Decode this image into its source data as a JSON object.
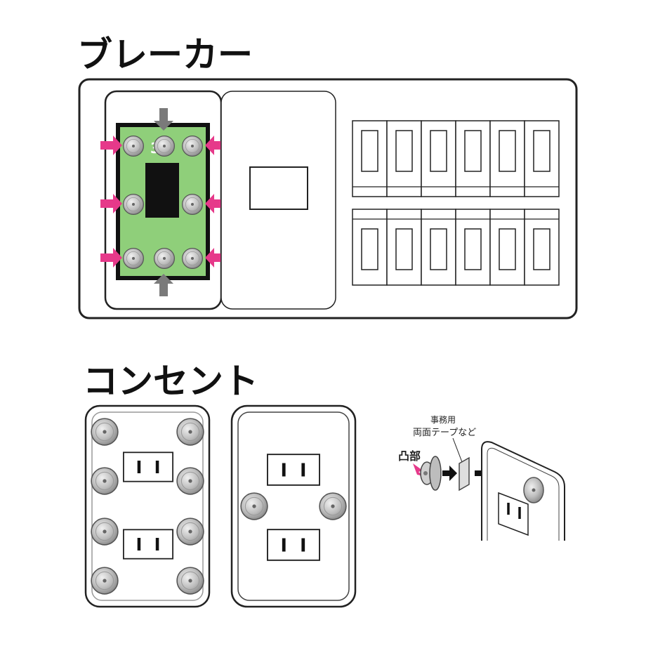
{
  "sections": {
    "breaker": {
      "title": "ブレーカー"
    },
    "outlet": {
      "title": "コンセント"
    }
  },
  "breaker_panel": {
    "board_label": "3",
    "board_color": "#8fcf7a",
    "indicator_color": "#111111",
    "arrow_colors": {
      "side": "#e6398a",
      "vertical": "#7a7a7a"
    },
    "breaker_rows": 2,
    "breakers_per_row": 6
  },
  "outlet_diagram": {
    "tape_label_line1": "事務用",
    "tape_label_line2": "両面テープなど",
    "bump_label": "凸部",
    "bump_arrow_color": "#e6398a"
  },
  "icons": [
    "arrow-right-icon",
    "arrow-down-icon",
    "arrow-up-icon",
    "suction-cup-icon",
    "outlet-socket-icon"
  ]
}
